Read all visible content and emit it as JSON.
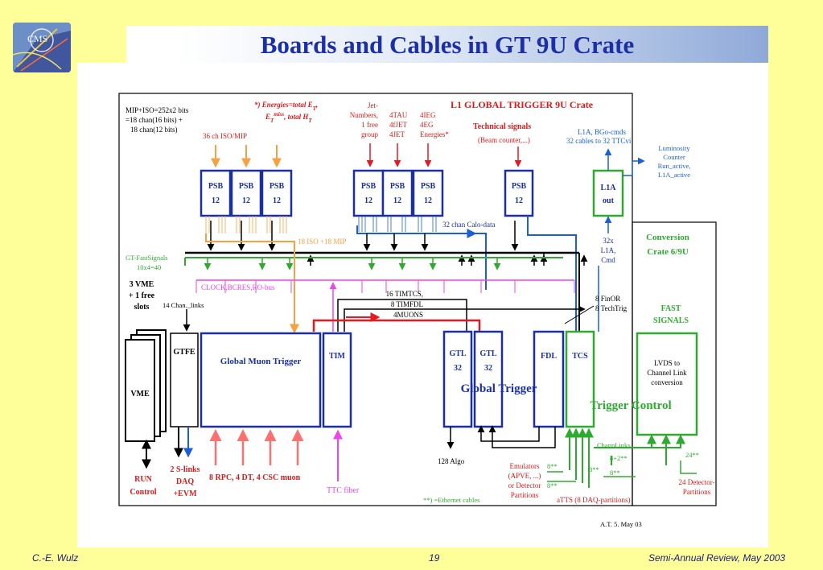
{
  "slide": {
    "title": "Boards and Cables in GT 9U Crate",
    "logo_text": "CMS"
  },
  "footer": {
    "author": "C.-E. Wulz",
    "page": "19",
    "event": "Semi-Annual Review, May 2003"
  },
  "diagram": {
    "crate_title": "L1 GLOBAL TRIGGER 9U Crate",
    "mip_iso_text": [
      "MIP+ISO=252x2 bits",
      "=18 chan(16 bits) +",
      "18 chan(12 bits)"
    ],
    "energies_note": [
      "*) Energies=total E",
      "E",
      "miss",
      ", total H"
    ],
    "iso_mip_input": "36 ch ISO/MIP",
    "jet_numbers": [
      "Jet-",
      "Numbers,",
      "1 free",
      "group"
    ],
    "tau_jet": [
      "4TAU",
      "4fJET",
      "4JET"
    ],
    "eg_energies": [
      "4IEG",
      "4EG",
      "Energies*"
    ],
    "technical_signals": [
      "Technical signals",
      "(Beam counter,...)"
    ],
    "l1a_bgo": [
      "L1A, BGo-cmds",
      "32 cables to 32 TTCvi"
    ],
    "luminosity": [
      "Luminosity",
      "Counter",
      "Run_active,",
      "L1A_active"
    ],
    "psb_label": "PSB",
    "psb_num": "12",
    "l1a_out": [
      "L1A",
      "out"
    ],
    "calo_data": "32 chan Calo-data",
    "gt_fastsignals": [
      "GT-FastSignals",
      "10x4=40"
    ],
    "iso_mip_bus": "18 ISO +18 MIP",
    "cmd_32x": [
      "32x",
      "L1A,",
      "Cmd"
    ],
    "conversion_crate": [
      "Conversion",
      "Crate 6/9U"
    ],
    "vme_slots": [
      "3 VME",
      "+ 1 free",
      "slots"
    ],
    "clock_bus": "CLOCK,BCRES,RO-bus",
    "chan_links": "14 Chan._links",
    "timtcs": [
      "16 TIMTCS,",
      "8 TIMFDL",
      "4MUONS"
    ],
    "finor": [
      "8 FinOR",
      "8 TechTrig"
    ],
    "fast_signals": [
      "FAST",
      "SIGNALS"
    ],
    "gtfe": "GTFE",
    "gmt": "Global Muon Trigger",
    "tim": "TIM",
    "gtl": "GTL",
    "gtl_num": "32",
    "fdl": "FDL",
    "tcs": "TCS",
    "lvds": [
      "LVDS to",
      "Channel Link",
      "conversion"
    ],
    "vme": "VME",
    "global_trigger": "Global Trigger",
    "trigger_control": "Trigger Control",
    "chann_links": "ChannLinks",
    "s_links": [
      "2 S-links",
      "DAQ",
      "+EVM"
    ],
    "muon_inputs": "8 RPC, 4 DT, 4 CSC muon",
    "algo": "128 Algo",
    "emulators": [
      "Emulators",
      "(APVE, ...)",
      "or Detector",
      "Partitions"
    ],
    "counts": [
      "8**",
      "8**",
      "8**",
      "8+2**",
      "8**",
      "24**"
    ],
    "detector_partitions": [
      "24 Detector-",
      "Partitions"
    ],
    "run_control": [
      "RUN",
      "Control"
    ],
    "ttc_fiber": "TTC fiber",
    "ethernet": "**) =Ethernet cables",
    "atts": "aTTS (8 DAQ-partitions)",
    "signature": "A.T. 5. May 03"
  }
}
